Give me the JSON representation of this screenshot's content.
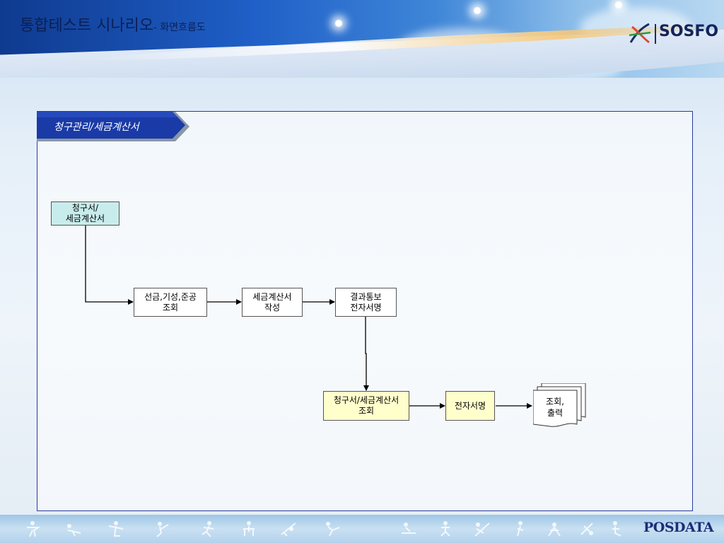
{
  "header": {
    "title_main": "통합테스트 시나리오",
    "title_sub": "- 화면흐름도",
    "logo_text": "SOSFO"
  },
  "section": {
    "label": "청구관리/세금계산서"
  },
  "flow": {
    "nodes": [
      {
        "id": "start",
        "lines": [
          "청구서/",
          "세금계산서"
        ]
      },
      {
        "id": "query",
        "lines": [
          "선금,기성,준공",
          "조회"
        ]
      },
      {
        "id": "create",
        "lines": [
          "세금계산서",
          "작성"
        ]
      },
      {
        "id": "notify",
        "lines": [
          "결과통보",
          "전자서명"
        ]
      },
      {
        "id": "lookup",
        "lines": [
          "청구서/세금계산서",
          "조회"
        ]
      },
      {
        "id": "sign",
        "lines": [
          "전자서명"
        ]
      },
      {
        "id": "output",
        "lines": [
          "조회,",
          "출력"
        ]
      }
    ]
  },
  "footer": {
    "brand": "POSDATA"
  },
  "colors": {
    "header_dark": "#0f3a8f",
    "panel_border": "#2a3aa0",
    "tab_fill": "#1a3aa8",
    "node_cyan": "#c8ecec",
    "node_yellow": "#ffffcc"
  }
}
